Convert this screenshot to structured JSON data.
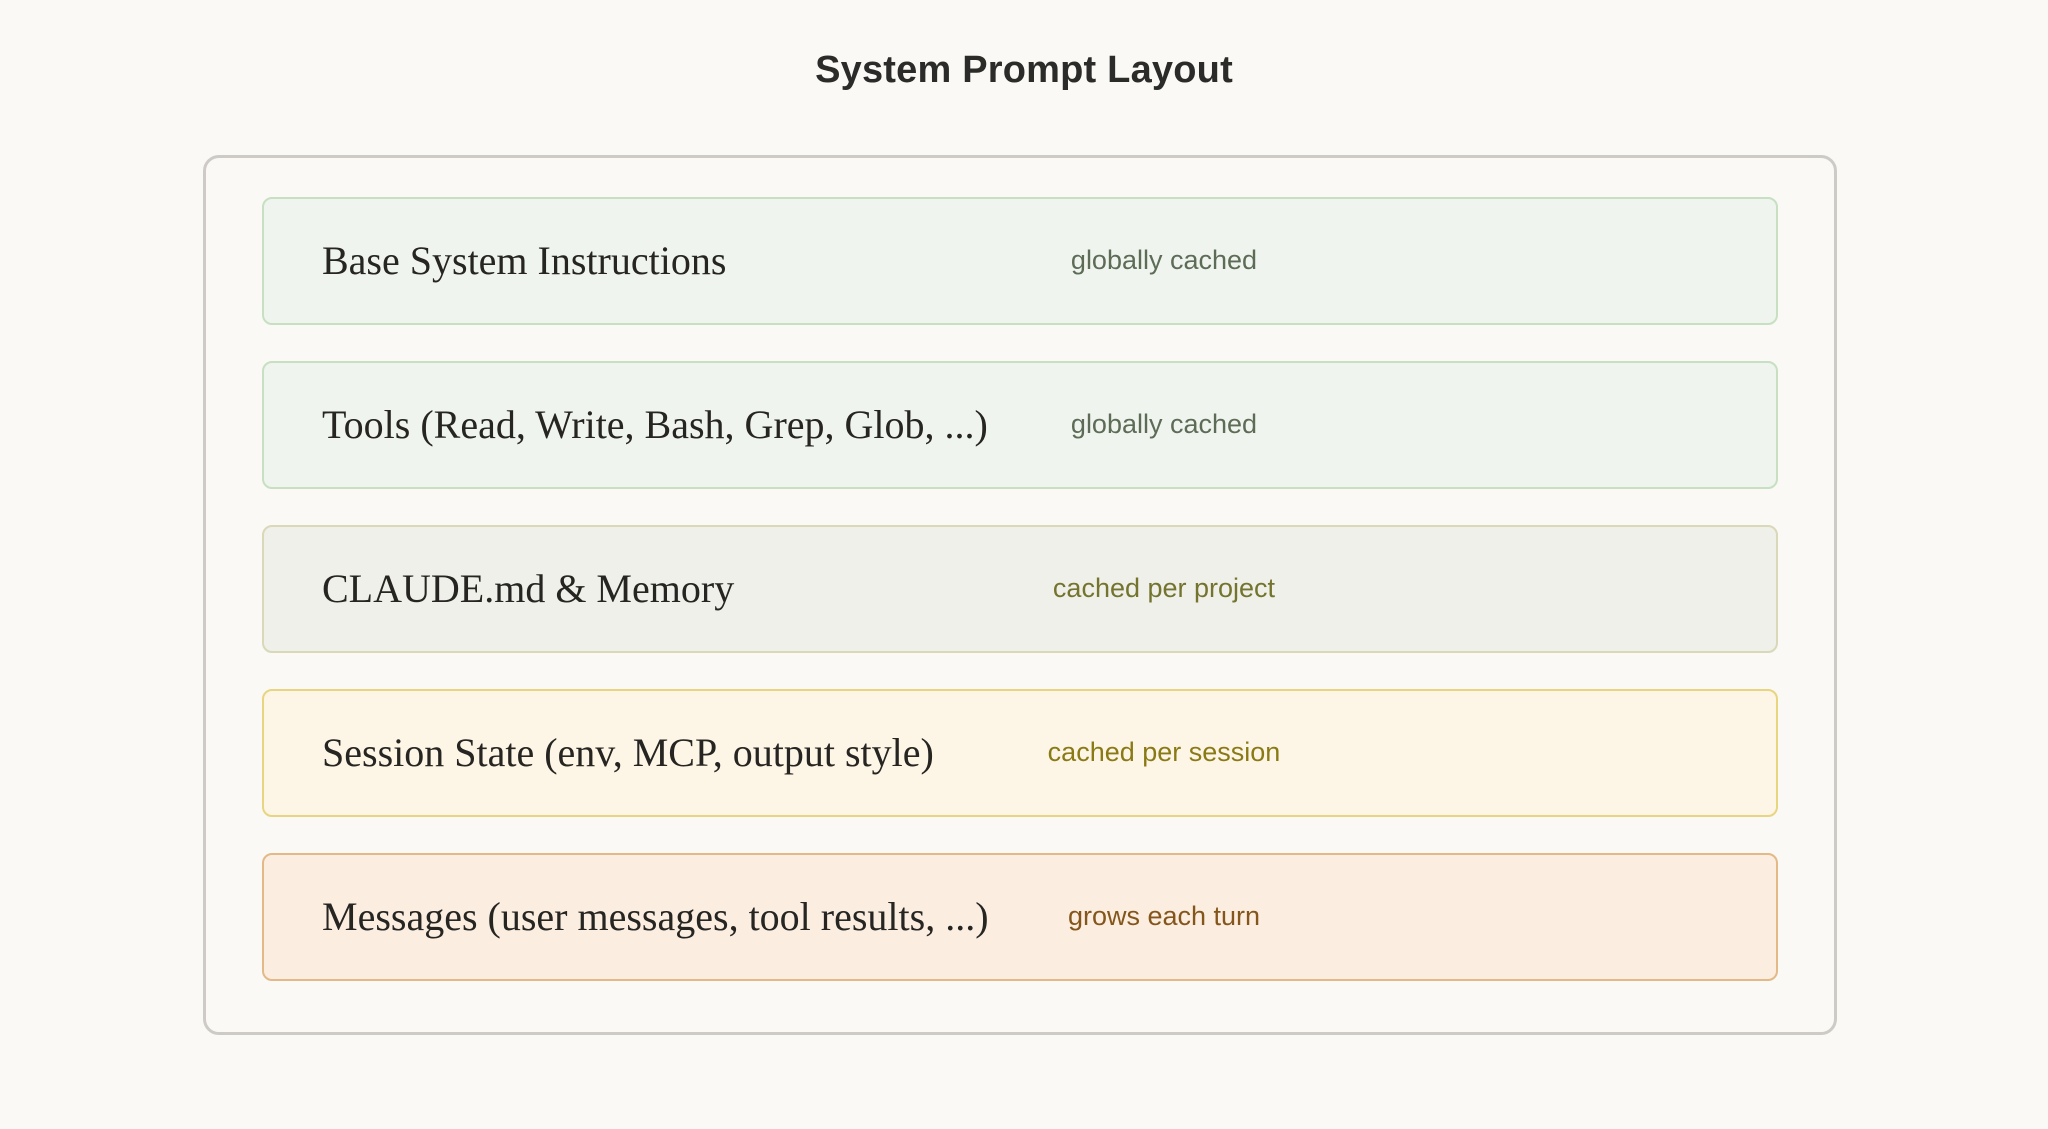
{
  "page": {
    "title": "System Prompt Layout",
    "background_color": "#faf9f5",
    "card_border_color": "#cecbc6"
  },
  "layers": [
    {
      "label": "Base System Instructions",
      "note": "globally cached",
      "tone": "green",
      "fill_color": "#eff5ee",
      "border_color": "#c7e0c1",
      "note_color": "#5d6b57"
    },
    {
      "label": "Tools (Read, Write, Bash, Grep, Glob, ...)",
      "note": "globally cached",
      "tone": "green",
      "fill_color": "#eff5ee",
      "border_color": "#c7e0c1",
      "note_color": "#5d6b57"
    },
    {
      "label": "CLAUDE.md & Memory",
      "note": "cached per project",
      "tone": "olive",
      "fill_color": "#eff0e9",
      "border_color": "#d9d8b8",
      "note_color": "#74742f"
    },
    {
      "label": "Session State (env, MCP, output style)",
      "note": "cached per session",
      "tone": "cream",
      "fill_color": "#fdf5e6",
      "border_color": "#e8d580",
      "note_color": "#8a7a16"
    },
    {
      "label": "Messages (user messages, tool results, ...)",
      "note": "grows each turn",
      "tone": "peach",
      "fill_color": "#fbeee1",
      "border_color": "#e3b988",
      "note_color": "#84561c"
    }
  ]
}
